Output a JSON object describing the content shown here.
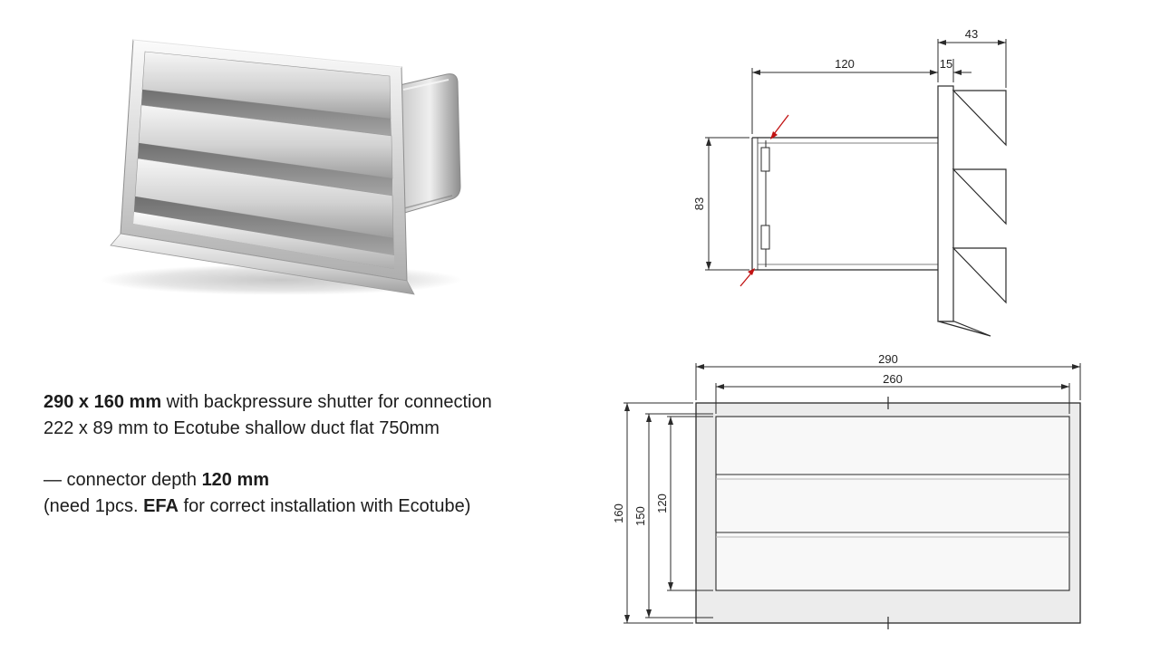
{
  "description": {
    "spec_bold": "290 x 160 mm",
    "spec_rest": " with backpressure shutter for connection",
    "spec_line2": "222 x 89 mm to Ecotube shallow duct flat 750mm",
    "connector_prefix": "— connector depth ",
    "connector_bold": "120 mm",
    "note_prefix": "(need 1pcs. ",
    "note_bold": "EFA",
    "note_rest": " for correct installation with Ecotube)"
  },
  "side_view": {
    "dims": {
      "connector_depth": "120",
      "flange_thickness": "15",
      "louver_depth": "43",
      "duct_height": "83"
    }
  },
  "front_view": {
    "dims": {
      "outer_width": "290",
      "inner_width": "260",
      "outer_height": "160",
      "frame_height": "150",
      "louver_height": "120"
    }
  },
  "colors": {
    "line": "#2b2b2b",
    "red_arrow": "#c11212",
    "front_fill": "#ececec"
  }
}
